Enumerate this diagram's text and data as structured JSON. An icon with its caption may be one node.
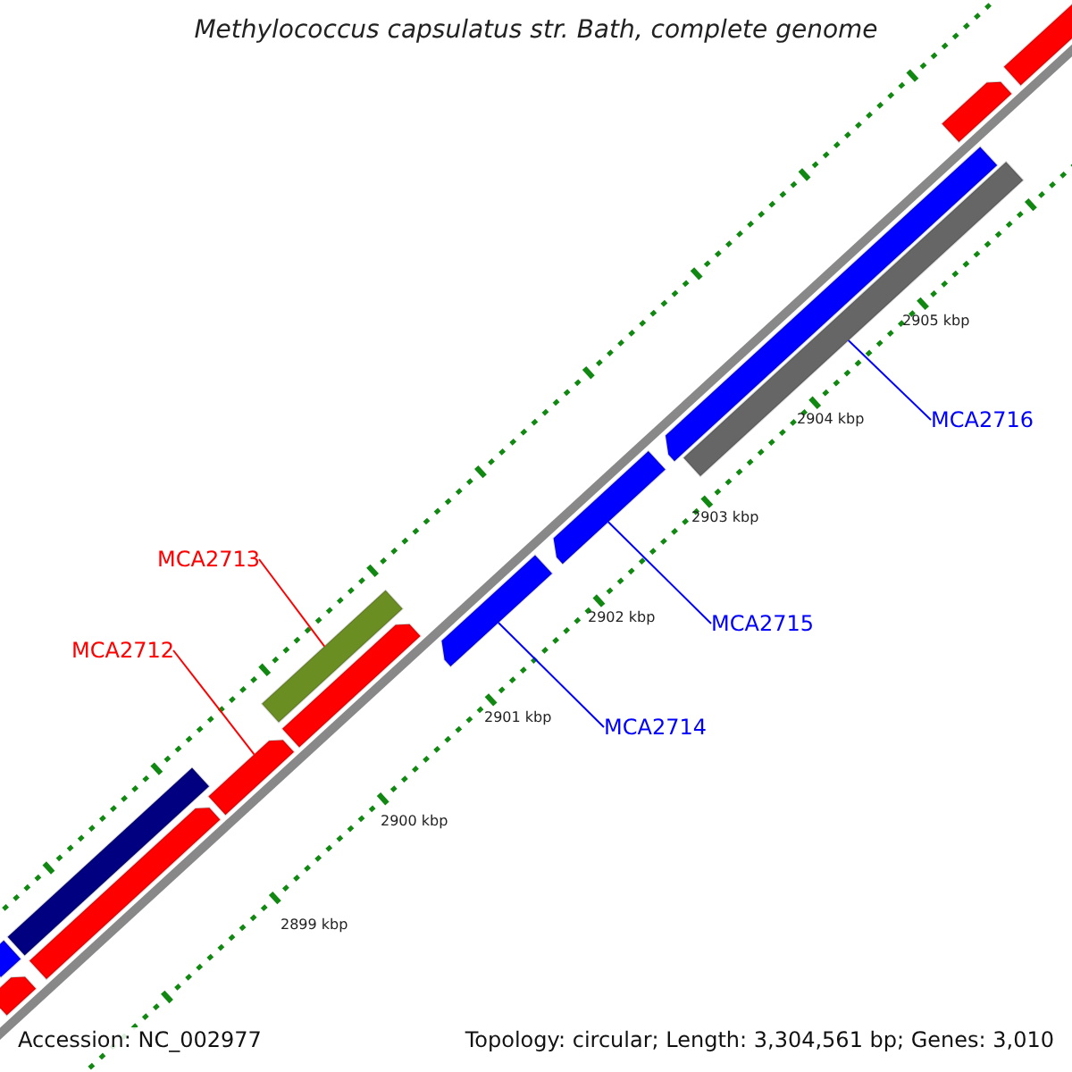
{
  "diagram": {
    "title": "Methylococcus capsulatus str. Bath, complete genome",
    "nodes": [
      {
        "text": [
          "MCA2716"
        ]
      },
      {
        "text": [
          "MCA2713"
        ]
      },
      {
        "text": [
          "MCA2715"
        ]
      },
      {
        "text": [
          "MCA2712"
        ]
      },
      {
        "text": [
          "MCA2714"
        ]
      },
      {
        "text": [],
        "shape": "bar"
      },
      {
        "text": [],
        "shape": "bar"
      },
      {
        "text": [],
        "shape": "bar"
      },
      {
        "text": [],
        "shape": "bar"
      },
      {
        "text": [],
        "shape": "bar"
      },
      {
        "text": [],
        "shape": "bar"
      },
      {
        "text": [],
        "shape": "bar"
      },
      {
        "text": [],
        "shape": "bar"
      },
      {
        "text": [],
        "shape": "bar"
      },
      {
        "text": [],
        "shape": "bar"
      },
      {
        "text": [],
        "shape": "bar"
      },
      {
        "text": [],
        "shape": "bar"
      },
      {
        "text": [],
        "shape": "bar"
      }
    ],
    "edges": [
      {
        "from": 0,
        "to": 8,
        "arrow": "none"
      },
      {
        "from": 1,
        "to": 11,
        "arrow": "none",
        "color": "#ff0000"
      },
      {
        "from": 2,
        "to": 9,
        "arrow": "none"
      },
      {
        "from": 3,
        "to": 13,
        "arrow": "none",
        "color": "#ff0000"
      },
      {
        "from": 4,
        "to": 10,
        "arrow": "none"
      }
    ],
    "labels": [
      "2905 kbp",
      "2904 kbp",
      "2903 kbp",
      "2902 kbp",
      "2901 kbp",
      "2900 kbp",
      "2899 kbp",
      "Accession: NC_002977",
      "Topology: circular; Length: 3,304,561 bp; Genes: 3,010"
    ]
  }
}
